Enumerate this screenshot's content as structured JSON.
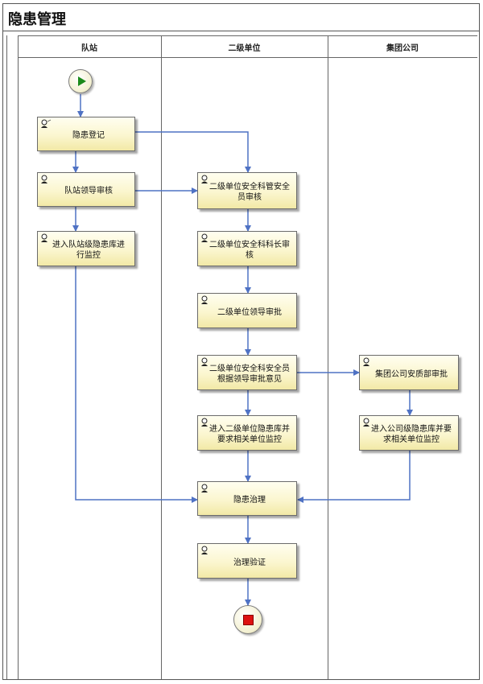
{
  "title": "隐患管理",
  "lanes": [
    "队站",
    "二级单位",
    "集团公司"
  ],
  "tasks": {
    "register": "隐患登记",
    "station_review": "队站领导审核",
    "station_monitor": "进入队站级隐患库进行监控",
    "safety_officer_review": "二级单位安全科管安全员审核",
    "section_chief_review": "二级单位安全科科长审核",
    "leader_approve": "二级单位领导审批",
    "officer_per_opinion": "二级单位安全科安全员根据领导审批意见",
    "unit_lib_monitor": "进入二级单位隐患库并要求相关单位监控",
    "group_safety_approve": "集团公司安质部审批",
    "group_lib_monitor": "进入公司级隐患库并要求相关单位监控",
    "remediation": "隐患治理",
    "verification": "治理验证"
  },
  "colors": {
    "flow": "#4f72c4",
    "task_fill": "#fbf6cf",
    "start_marker": "#1a8a1a",
    "end_marker": "#dd1111"
  }
}
